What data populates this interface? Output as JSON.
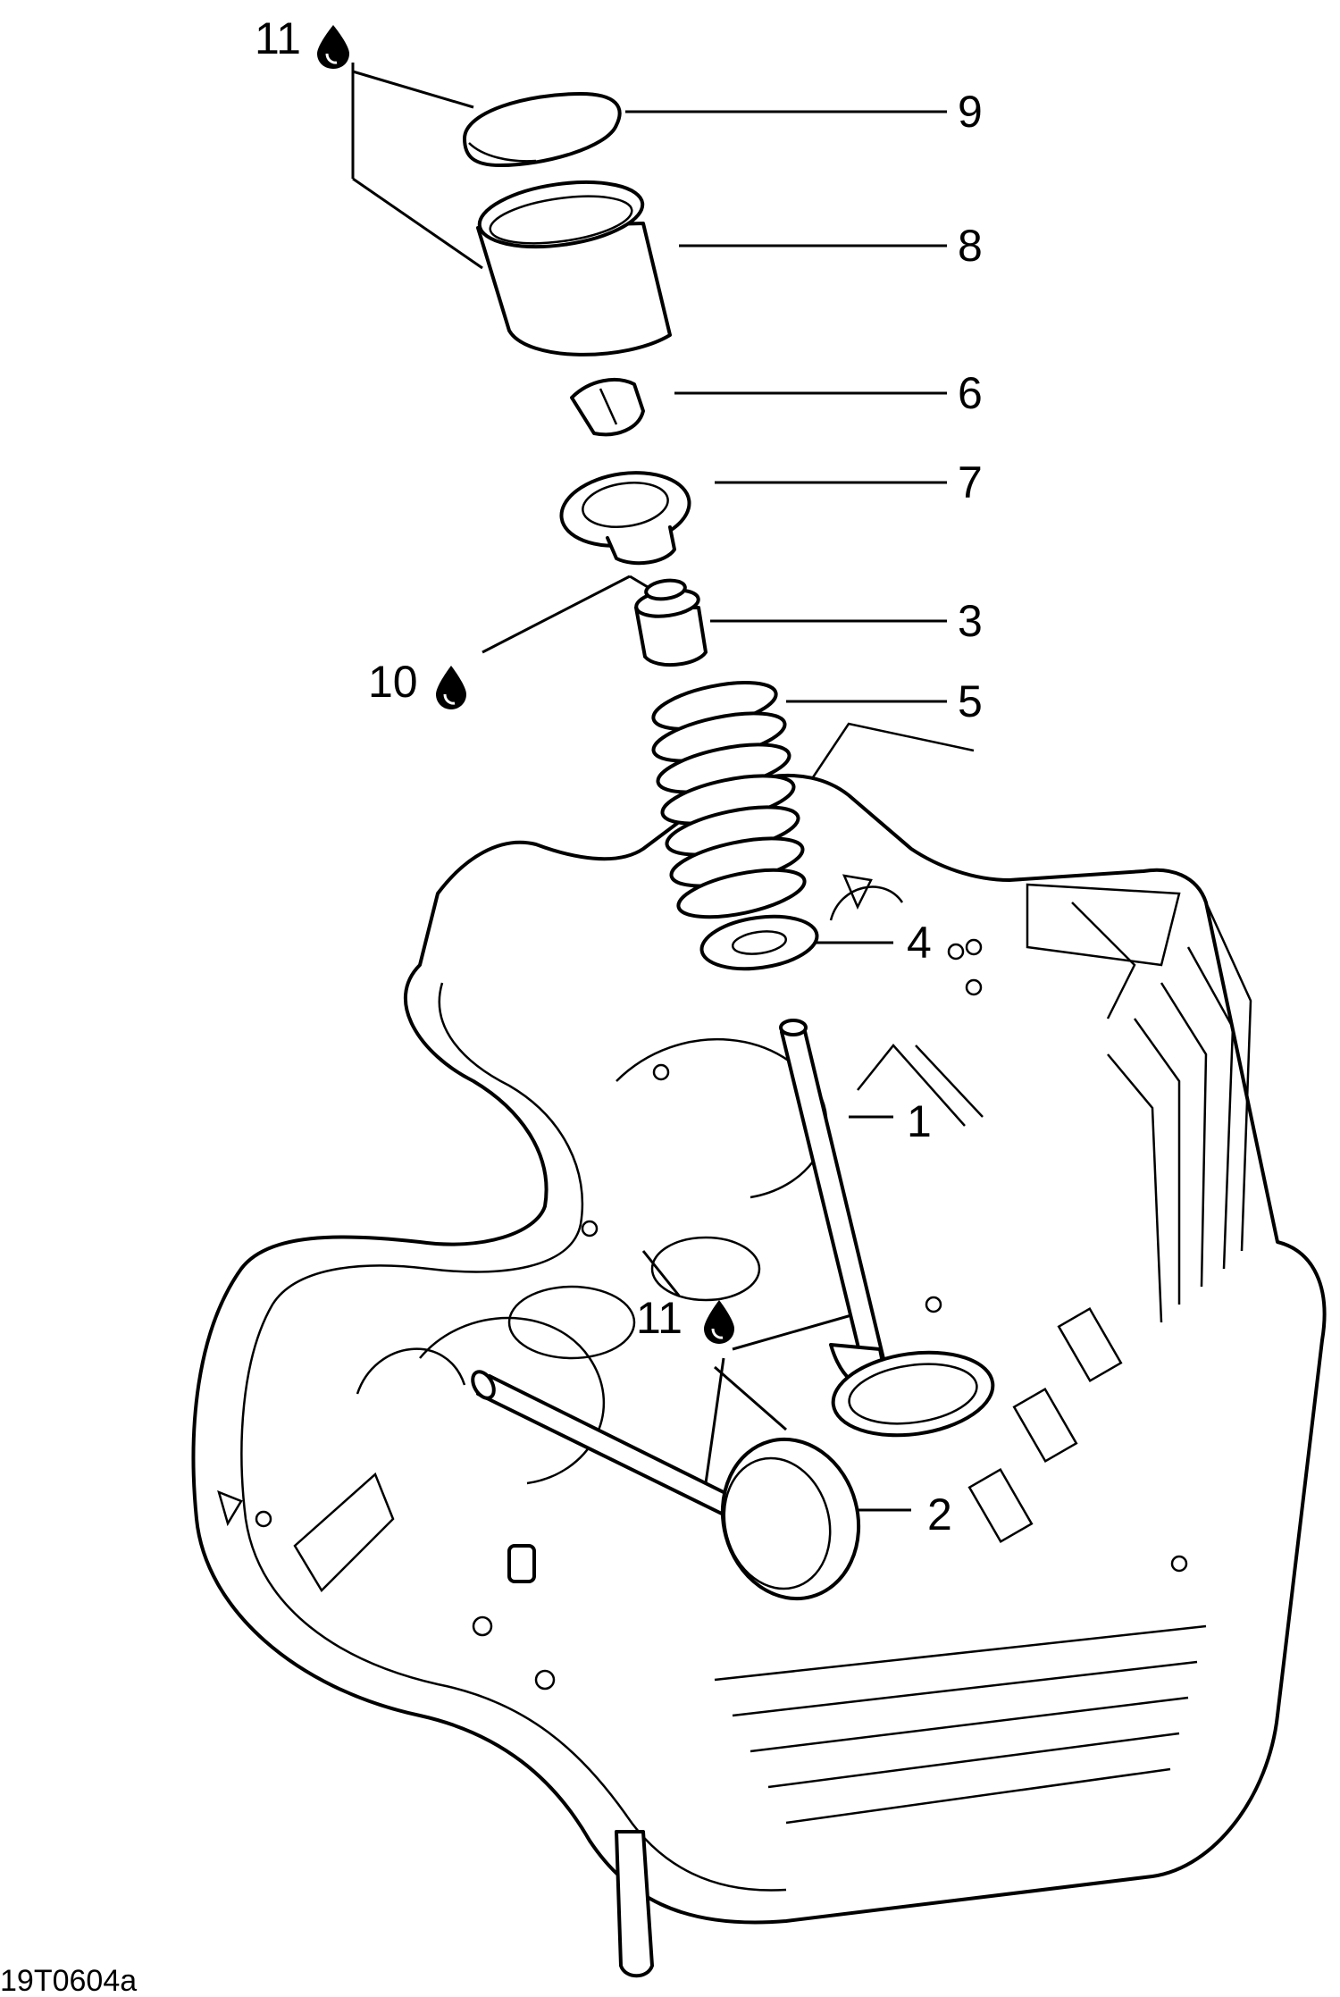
{
  "callouts": {
    "c1": "1",
    "c2": "2",
    "c3": "3",
    "c4": "4",
    "c5": "5",
    "c6": "6",
    "c7": "7",
    "c8": "8",
    "c9": "9",
    "c10": "10",
    "c11_top": "11",
    "c11_bottom": "11"
  },
  "figure_id": "19T0604a",
  "icons": [
    "oil-drop-icon"
  ]
}
